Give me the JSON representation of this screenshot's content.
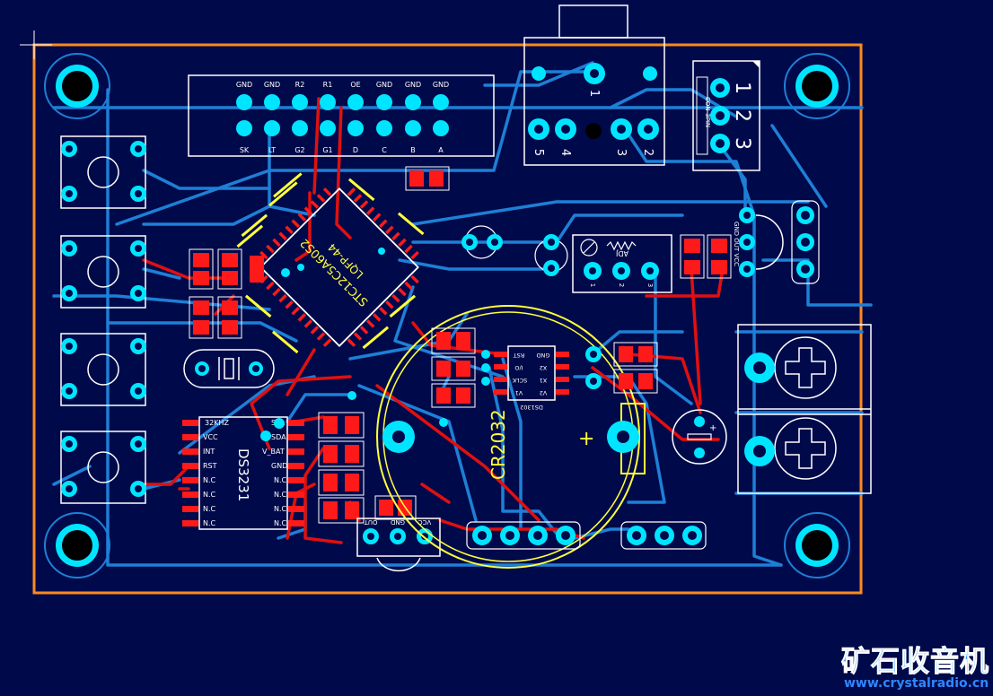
{
  "colors": {
    "background": "#000a4a",
    "board_outline": "#ff8a1e",
    "trace_blue": "#1e7fd6",
    "trace_red": "#e01010",
    "pad_red": "#ff1a1a",
    "pad_cyan": "#00e5ff",
    "silk_white": "#ffffff",
    "silk_yellow": "#ffff3a"
  },
  "labels": {
    "header_top": [
      "GND",
      "GND",
      "R2",
      "R1",
      "OE",
      "GND",
      "GND",
      "GND"
    ],
    "header_bottom": [
      "SK",
      "LT",
      "G2",
      "G1",
      "D",
      "C",
      "B",
      "A"
    ],
    "mcu_name": "STC12C5A60S2",
    "mcu_package": "LQFP-44",
    "rtc_name": "DS3231",
    "rtc_left": [
      "32KHZ",
      "VCC",
      "INT",
      "RST",
      "N.C",
      "N.C",
      "N.C",
      "N.C"
    ],
    "rtc_right": [
      "SCL",
      "SDA",
      "V_BAT",
      "GND",
      "N.C",
      "N.C",
      "N.C",
      "N.C"
    ],
    "ds1302_name": "DS1302",
    "ds1302_left": [
      "RST",
      "I/O",
      "SCLK",
      "V1"
    ],
    "ds1302_right": [
      "GND",
      "X2",
      "X1",
      "V2"
    ],
    "battery": "CR2032",
    "battery_plus": "+",
    "adj_label": "ADJ",
    "adj_pins": [
      "1",
      "2",
      "3"
    ],
    "jack_pins": [
      "1",
      "5",
      "4",
      "3",
      "2"
    ],
    "con3_label": "CON-3PIN",
    "con3_pins": [
      "1",
      "2",
      "3"
    ],
    "ir_label": "GND OUT VCC",
    "reg_labels": [
      "OUT",
      "GND",
      "VCC"
    ],
    "cap_plus": "+"
  },
  "watermark": {
    "name_cn": "矿石收音机",
    "url": "www.crystalradio.cn"
  }
}
